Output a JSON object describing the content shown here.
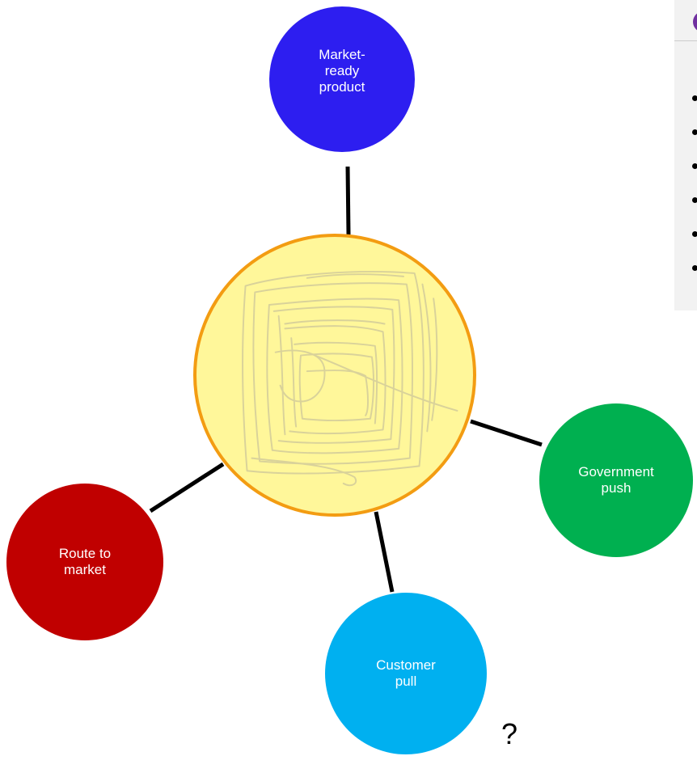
{
  "diagram": {
    "center": {
      "fill": "#fff79a",
      "border": "#f39c12",
      "sketch_color": "#d9d29a"
    },
    "nodes": {
      "top": {
        "label": "Market-\nready\nproduct",
        "color": "#2d1ef0"
      },
      "right": {
        "label": "Government\npush",
        "color": "#00b050"
      },
      "left": {
        "label": "Route to\nmarket",
        "color": "#c00000"
      },
      "bottom": {
        "label": "Customer\npull",
        "color": "#00b0f0"
      }
    },
    "question_mark": "?"
  },
  "side_panel": {
    "background": "#f2f2f2",
    "badge_color": "#7030a0",
    "bullet_count": 6
  }
}
